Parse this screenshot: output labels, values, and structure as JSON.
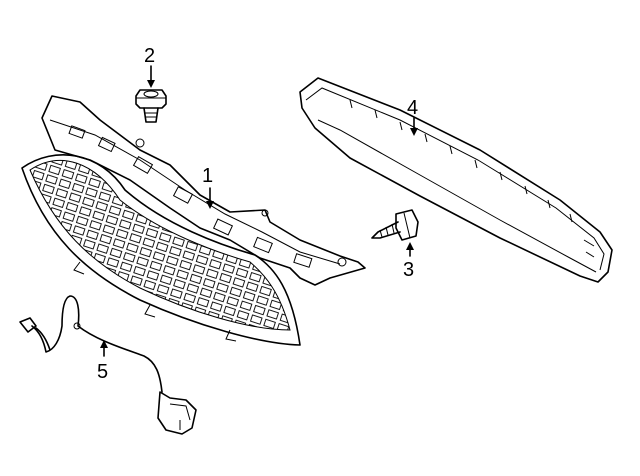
{
  "callouts": {
    "grille": "1",
    "push_clip": "2",
    "screw": "3",
    "molding": "4",
    "wire_harness": "5"
  }
}
